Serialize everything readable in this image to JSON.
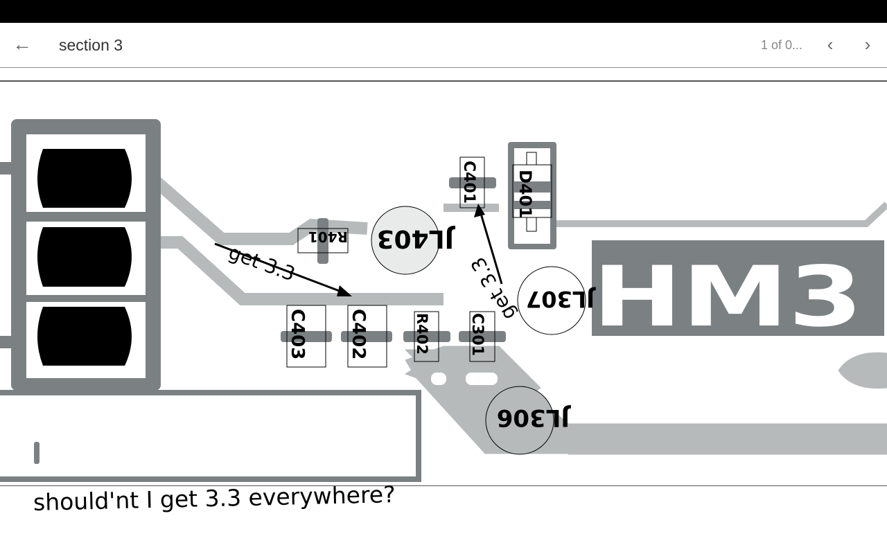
{
  "find_bar": {
    "query": "section 3",
    "match_count": "1 of 0...",
    "back_icon": "arrow-left-icon",
    "prev_icon": "chevron-left-icon",
    "next_icon": "chevron-right-icon"
  },
  "pcb": {
    "components": {
      "c401": "C401",
      "d401": "D401",
      "r401": "R401",
      "jl403": "JL403",
      "jl307": "JL307",
      "jl306": "JL306",
      "c403": "C403",
      "c402": "C402",
      "r402": "R402",
      "c301": "C301",
      "silk_label": "HM3"
    },
    "annotations": {
      "note1": "get 3.3",
      "note2": "get 3.3"
    },
    "colors": {
      "copper_dark": "#7b8083",
      "copper_light": "#b6babb"
    }
  },
  "caption": "should'nt I get 3.3 everywhere?"
}
